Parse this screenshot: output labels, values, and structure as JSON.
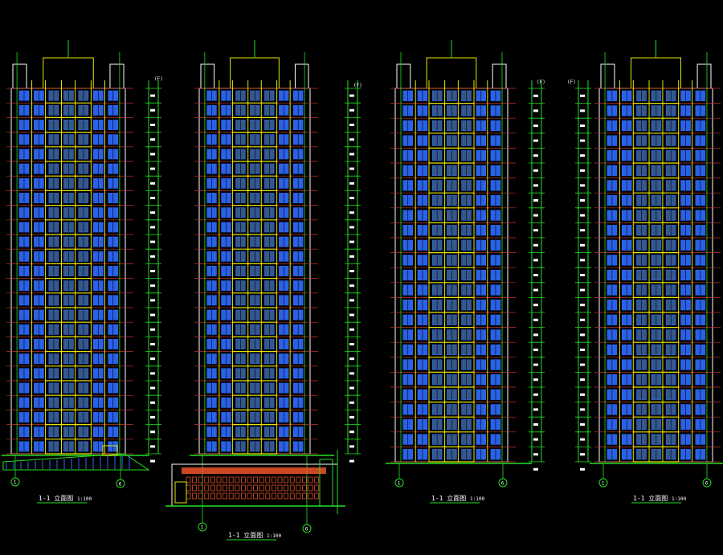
{
  "drawing": {
    "colors": {
      "background": "#000000",
      "wall": "#e6e600",
      "window": "#2f6bff",
      "window_light": "#5fa0ff",
      "dimension": "#22e022",
      "floor_line": "#c0392b",
      "frame": "#ffffff",
      "podium": "#ff5a2e"
    },
    "elevations": [
      {
        "caption": "1-1 立面图",
        "scale": "1:100",
        "floors": 25,
        "grid_start": "1",
        "grid_end": "6",
        "level_tags": [
          "(F)"
        ]
      },
      {
        "caption": "1-1 立面图",
        "scale": "1:100",
        "floors": 25,
        "grid_start": "1",
        "grid_end": "6",
        "level_tags": [
          "(F)"
        ],
        "podium": true
      },
      {
        "caption": "1-1 立面图",
        "scale": "1:100",
        "floors": 25,
        "grid_start": "1",
        "grid_end": "6",
        "level_tags": [
          "(F)"
        ]
      },
      {
        "caption": "1-1 立面图",
        "scale": "1:100",
        "floors": 25,
        "grid_start": "1",
        "grid_end": "6",
        "level_tags": [
          "(F)"
        ]
      }
    ]
  }
}
